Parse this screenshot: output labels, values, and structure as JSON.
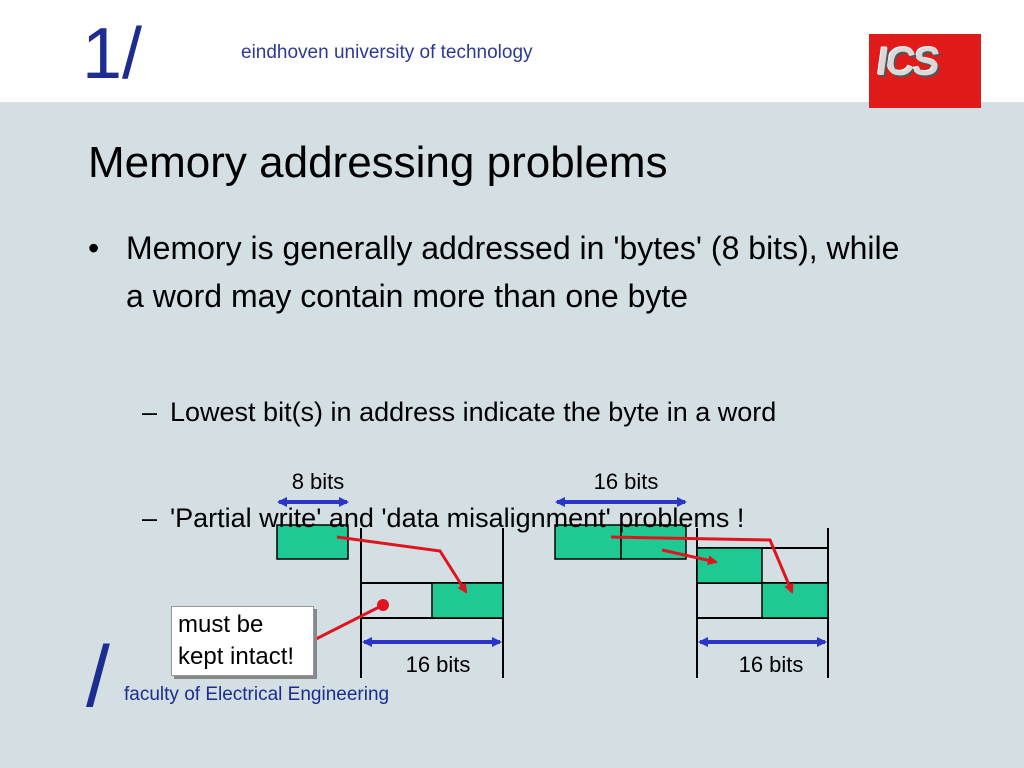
{
  "header": {
    "logo_text": "1/",
    "university": "eindhoven university of technology",
    "ics_logo": "ICS"
  },
  "slide": {
    "title": "Memory addressing problems",
    "bullet_marker": "•",
    "bullet": "Memory is generally addressed in 'bytes' (8 bits), while a word may contain more than one byte",
    "sub_marker": "–",
    "sub_items": [
      "Lowest bit(s) in address indicate the byte in a word",
      "'Partial write' and 'data misalignment' problems !"
    ]
  },
  "diagram": {
    "left": {
      "top_label": "8 bits",
      "bottom_label": "16 bits"
    },
    "right": {
      "top_label": "16 bits",
      "bottom_label": "16 bits"
    },
    "note": [
      "must be",
      "kept intact!"
    ],
    "colors": {
      "cell": "#1ec994",
      "arrow_red": "#e0141e",
      "dim_blue": "#2d35c8"
    }
  },
  "footer": {
    "slash": "/",
    "faculty": "faculty of Electrical Engineering"
  }
}
